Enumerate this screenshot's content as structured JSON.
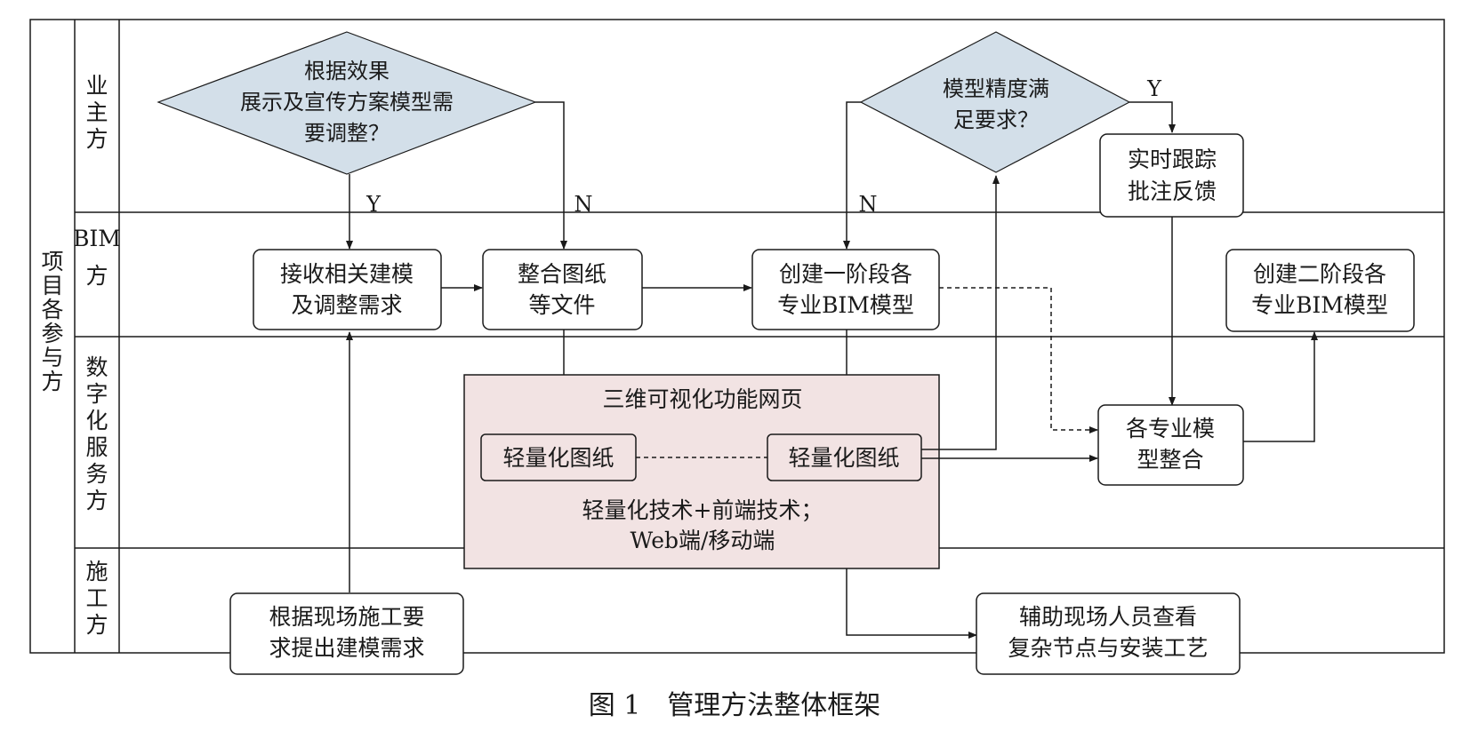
{
  "outer_label": "项目各参与方",
  "lanes": [
    {
      "id": "owner",
      "label": "业主方"
    },
    {
      "id": "bim",
      "label": "BIM方"
    },
    {
      "id": "digital",
      "label": "数字化服务方"
    },
    {
      "id": "construction",
      "label": "施工方"
    }
  ],
  "nodes": {
    "d1": [
      "根据效果",
      "展示及宣传方案模型需",
      "要调整？"
    ],
    "d2": [
      "模型精度满",
      "足要求？"
    ],
    "feedback": [
      "实时跟踪",
      "批注反馈"
    ],
    "receive": [
      "接收相关建模",
      "及调整需求"
    ],
    "integrate": [
      "整合图纸",
      "等文件"
    ],
    "stage1": [
      "创建一阶段各",
      "专业BIM模型"
    ],
    "stage2": [
      "创建二阶段各",
      "专业BIM模型"
    ],
    "merge": [
      "各专业模",
      "型整合"
    ],
    "site_req": [
      "根据现场施工要",
      "求提出建模需求"
    ],
    "site_help": [
      "辅助现场人员查看",
      "复杂节点与安装工艺"
    ],
    "web_title": "三维可视化功能网页",
    "lw1": "轻量化图纸",
    "lw2": "轻量化图纸",
    "web_tech": [
      "轻量化技术+前端技术；",
      "Web端/移动端"
    ]
  },
  "edge_labels": {
    "d1_yes": "Y",
    "d1_no": "N",
    "d2_yes": "Y",
    "d2_no": "N"
  },
  "caption": "图 1　管理方法整体框架",
  "colors": {
    "diamond_fill": "#d3dfe9",
    "web_panel_fill": "#f2e3e3",
    "line": "#1a1a1a"
  }
}
